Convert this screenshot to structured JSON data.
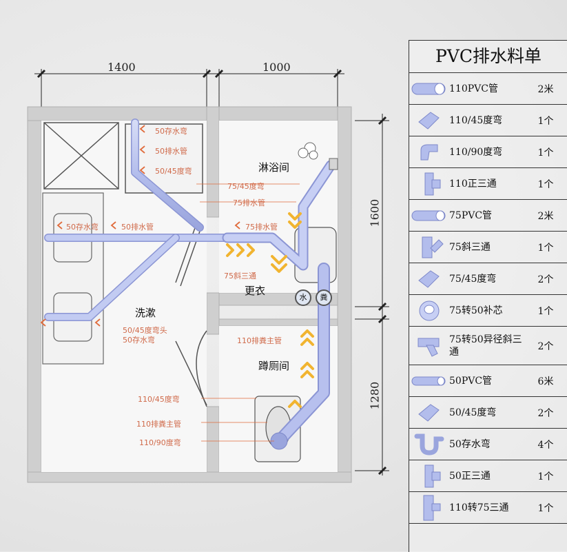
{
  "dimensions": {
    "top_left": "1400",
    "top_right": "1000",
    "right_upper": "1600",
    "right_lower": "1280"
  },
  "rooms": {
    "shower": "淋浴间",
    "changing": "更衣",
    "washing": "洗漱",
    "toilet": "蹲厕间"
  },
  "markers": {
    "water": "水",
    "feces": "粪"
  },
  "labels": [
    "50存水弯",
    "50排水管",
    "50/45度弯",
    "75/45度弯",
    "75排水管",
    "50存水弯",
    "50排水管",
    "75排水管",
    "75斜三通",
    "50/45度弯头",
    "50存水弯",
    "110排粪主管",
    "110/45度弯",
    "110排粪主管",
    "110/90度弯"
  ],
  "table": {
    "title": "PVC排水料单",
    "rows": [
      {
        "icon": "pipe-110-icon",
        "name": "110PVC管",
        "qty": "2米"
      },
      {
        "icon": "elbow-45-icon",
        "name": "110/45度弯",
        "qty": "1个"
      },
      {
        "icon": "elbow-90-icon",
        "name": "110/90度弯",
        "qty": "1个"
      },
      {
        "icon": "tee-icon",
        "name": "110正三通",
        "qty": "1个"
      },
      {
        "icon": "pipe-75-icon",
        "name": "75PVC管",
        "qty": "2米"
      },
      {
        "icon": "y-tee-icon",
        "name": "75斜三通",
        "qty": "1个"
      },
      {
        "icon": "elbow-45-icon",
        "name": "75/45度弯",
        "qty": "2个"
      },
      {
        "icon": "reducer-icon",
        "name": "75转50补芯",
        "qty": "1个"
      },
      {
        "icon": "y-reducer-icon",
        "name": "75转50异径斜三通",
        "qty": "2个"
      },
      {
        "icon": "pipe-50-icon",
        "name": "50PVC管",
        "qty": "6米"
      },
      {
        "icon": "elbow-45-icon",
        "name": "50/45度弯",
        "qty": "2个"
      },
      {
        "icon": "p-trap-icon",
        "name": "50存水弯",
        "qty": "4个"
      },
      {
        "icon": "tee-icon",
        "name": "50正三通",
        "qty": "1个"
      },
      {
        "icon": "tee-reducer-icon",
        "name": "110转75三通",
        "qty": "1个"
      }
    ]
  },
  "colors": {
    "pipe": "#b9c3ef",
    "pipe_edge": "#7d88c9",
    "label": "#d06a4a",
    "arrow": "#f1b430",
    "wall": "#cfcfcf"
  }
}
